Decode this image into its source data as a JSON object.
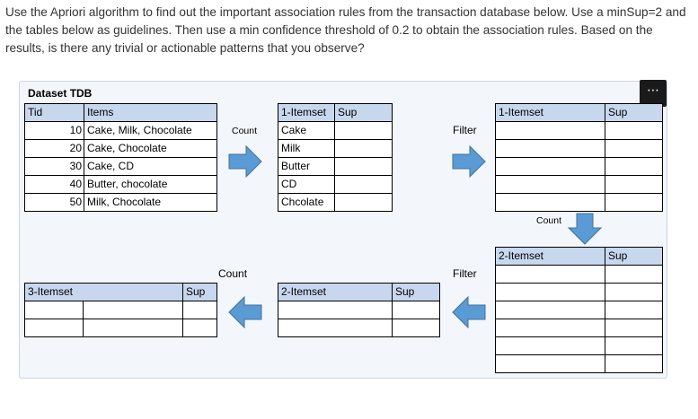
{
  "question": "Use the Apriori algorithm to find out the important association rules from the transaction database below. Use a minSup=2 and the tables below as guidelines. Then use a min confidence threshold of 0.2 to obtain the association rules. Based on the results, is there any trivial or actionable patterns that you observe?",
  "menu_icon": "⋯",
  "dataset": {
    "title": "Dataset TDB",
    "headers": [
      "Tid",
      "Items"
    ],
    "rows": [
      {
        "tid": "10",
        "items": "Cake, Milk, Chocolate"
      },
      {
        "tid": "20",
        "items": "Cake, Chocolate"
      },
      {
        "tid": "30",
        "items": "Cake, CD"
      },
      {
        "tid": "40",
        "items": "Butter, chocolate"
      },
      {
        "tid": "50",
        "items": "Milk, Chocolate"
      }
    ]
  },
  "c1": {
    "headers": [
      "1-Itemset",
      "Sup"
    ],
    "rows": [
      [
        "Cake",
        ""
      ],
      [
        "Milk",
        ""
      ],
      [
        "Butter",
        ""
      ],
      [
        "CD",
        ""
      ],
      [
        "Chcolate",
        ""
      ]
    ]
  },
  "l1": {
    "headers": [
      "1-Itemset",
      "Sup"
    ],
    "rows": [
      [
        "",
        ""
      ],
      [
        "",
        ""
      ],
      [
        "",
        ""
      ],
      [
        "",
        ""
      ],
      [
        "",
        ""
      ]
    ]
  },
  "c2": {
    "headers": [
      "2-Itemset",
      "Sup"
    ],
    "rows": [
      [
        "",
        ""
      ],
      [
        "",
        ""
      ],
      [
        "",
        ""
      ],
      [
        "",
        ""
      ],
      [
        "",
        ""
      ],
      [
        "",
        ""
      ]
    ]
  },
  "l2": {
    "headers": [
      "2-Itemset",
      "Sup"
    ],
    "rows": [
      [
        "",
        ""
      ],
      [
        "",
        ""
      ]
    ]
  },
  "c3": {
    "headers": [
      "3-Itemset",
      "Sup"
    ],
    "rows": [
      [
        "",
        "",
        ""
      ],
      [
        "",
        "",
        ""
      ]
    ]
  },
  "labels": {
    "count_1": "Count",
    "filter_1": "Filter",
    "count_2": "Count",
    "filter_2": "Filter",
    "count_3": "Count"
  },
  "colors": {
    "arrow": "#5b9bd5",
    "header_fill": "#c7d7ee"
  }
}
